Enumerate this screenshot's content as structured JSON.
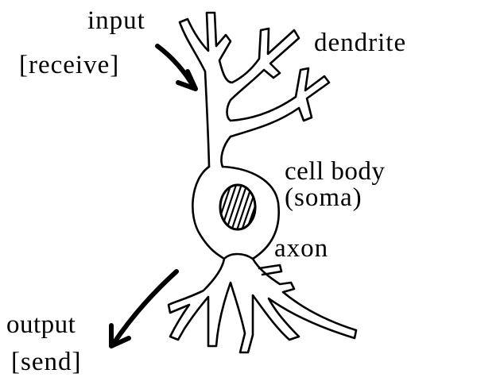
{
  "labels": {
    "input": "input",
    "receive": "[receive]",
    "dendrite": "dendrite",
    "cell_body": "cell body",
    "soma": "(soma)",
    "axon": "axon",
    "output": "output",
    "send": "[send]"
  },
  "colors": {
    "ink": "#000000",
    "background": "#ffffff"
  }
}
